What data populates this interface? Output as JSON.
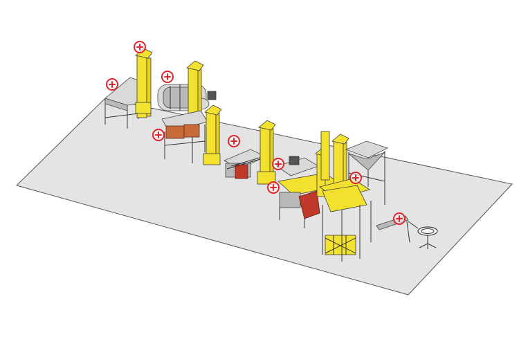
{
  "scene": {
    "floor_color": "#e4e4e4",
    "machine_color": "#f2e12e",
    "hotspot_color": "#e0242b"
  },
  "hotspots": [
    {
      "id": "hotspot-1",
      "icon": "plus-circle-icon"
    },
    {
      "id": "hotspot-2",
      "icon": "plus-circle-icon"
    },
    {
      "id": "hotspot-3",
      "icon": "plus-circle-icon"
    },
    {
      "id": "hotspot-4",
      "icon": "plus-circle-icon"
    },
    {
      "id": "hotspot-5",
      "icon": "plus-circle-icon"
    },
    {
      "id": "hotspot-6",
      "icon": "plus-circle-icon"
    },
    {
      "id": "hotspot-7",
      "icon": "plus-circle-icon"
    },
    {
      "id": "hotspot-8",
      "icon": "plus-circle-icon"
    },
    {
      "id": "hotspot-9",
      "icon": "plus-circle-icon"
    }
  ]
}
